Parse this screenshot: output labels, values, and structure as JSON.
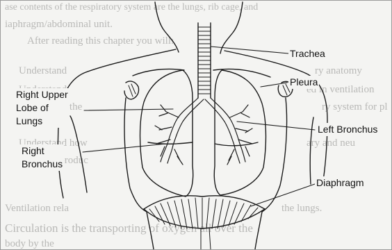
{
  "background_text": [
    "ase contents of the respiratory system are the lungs, rib cage, and",
    "iaphragm/abdominal unit.",
    "After reading this chapter you will:",
    "Understand",
    "ry anatomy",
    "Understand",
    "ed in ventilation",
    "Understand the",
    "ry system for pl",
    "Understand how",
    "ary and neu",
    "voice produc",
    "Ventilation rela",
    "the lungs.",
    "Circulation is the transporting of oxygen all over the",
    "body by the"
  ],
  "labels": {
    "trachea": "Trachea",
    "pleura": "Pleura",
    "right_upper_lobe": [
      "Right Upper",
      "Lobe of",
      "Lungs"
    ],
    "left_bronchus": "Left Bronchus",
    "right_bronchus": [
      "Right",
      "Bronchus"
    ],
    "diaphragm": "Diaphragm"
  },
  "colors": {
    "ink": "#1a1a1a",
    "ghost_text": "#b9b9b7",
    "paper": "#f4f4f2"
  }
}
